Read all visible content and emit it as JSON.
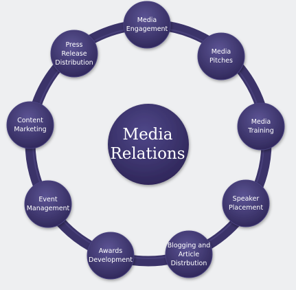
{
  "colors": {
    "background": "#eeeff1",
    "ring": "#3b3369",
    "ring_highlight": "#524a86",
    "node_fill": "#3a3168",
    "node_highlight": "#5c5494",
    "text": "#ffffff"
  },
  "center": {
    "lines": [
      "Media",
      "Relations"
    ]
  },
  "nodes": [
    {
      "id": "media-engagement",
      "lines": [
        "Media",
        "Engagement"
      ]
    },
    {
      "id": "media-pitches",
      "lines": [
        "Media",
        "Pitches"
      ]
    },
    {
      "id": "media-training",
      "lines": [
        "Media",
        "Training"
      ]
    },
    {
      "id": "speaker-placement",
      "lines": [
        "Speaker",
        "Placement"
      ]
    },
    {
      "id": "blogging-article-distribution",
      "lines": [
        "Blogging and",
        "Article",
        "Distrbution"
      ]
    },
    {
      "id": "awards-development",
      "lines": [
        "Awards",
        "Development"
      ]
    },
    {
      "id": "event-management",
      "lines": [
        "Event",
        "Management"
      ]
    },
    {
      "id": "content-marketing",
      "lines": [
        "Content",
        "Marketing"
      ]
    },
    {
      "id": "press-release-distribution",
      "lines": [
        "Press",
        "Release",
        "Distribution"
      ]
    }
  ]
}
